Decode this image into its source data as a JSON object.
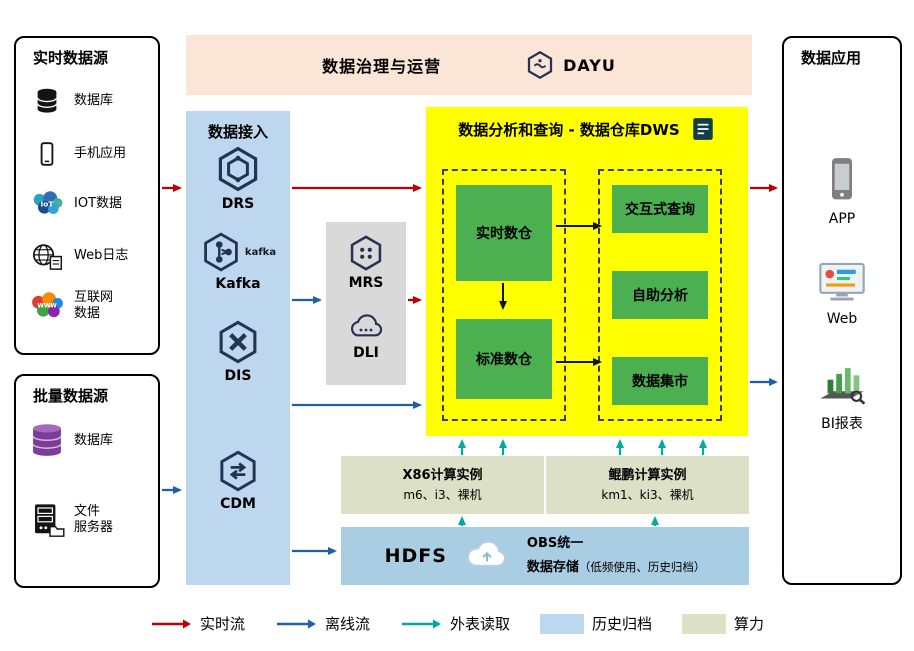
{
  "colors": {
    "realtime_flow": "#c00000",
    "offline_flow": "#1f5fa9",
    "external_read": "#00ab9e",
    "history_archive_swatch": "#bdd7ee",
    "compute_power_swatch": "#dbe0c6",
    "dws_background": "#ffff00",
    "green_node": "#4caf50",
    "access_background": "#bdd7ee",
    "governance_background": "#fbe5d6",
    "middleware_background": "#d9d9d9",
    "storage_background": "#a9cde3"
  },
  "sources_realtime": {
    "title": "实时数据源",
    "items": [
      {
        "label": "数据库",
        "icon": "database-icon"
      },
      {
        "label": "手机应用",
        "icon": "mobile-phone-icon"
      },
      {
        "label": "IOT数据",
        "icon": "iot-icon"
      },
      {
        "label": "Web日志",
        "icon": "web-log-icon"
      },
      {
        "label": "互联网\n数据",
        "icon": "internet-data-icon"
      }
    ]
  },
  "sources_batch": {
    "title": "批量数据源",
    "items": [
      {
        "label": "数据库",
        "icon": "purple-database-icon"
      },
      {
        "label": "文件\n服务器",
        "icon": "file-server-icon"
      }
    ]
  },
  "governance": {
    "title": "数据治理与运营",
    "logo": "DAYU"
  },
  "access": {
    "title": "数据接入",
    "items": [
      {
        "label": "DRS",
        "icon": "drs-hexagon-icon"
      },
      {
        "label": "Kafka",
        "icon": "kafka-hexagon-icon",
        "tag": "kafka"
      },
      {
        "label": "DIS",
        "icon": "dis-hexagon-icon"
      },
      {
        "label": "CDM",
        "icon": "cdm-hexagon-icon"
      }
    ]
  },
  "middleware": {
    "items": [
      {
        "label": "MRS",
        "icon": "mrs-hexagon-icon"
      },
      {
        "label": "DLI",
        "icon": "dli-cloud-icon"
      }
    ]
  },
  "dws": {
    "title": "数据分析和查询 - 数据仓库DWS",
    "left_nodes": [
      "实时数仓",
      "标准数仓"
    ],
    "right_nodes": [
      "交互式查询",
      "自助分析",
      "数据集市"
    ]
  },
  "compute": {
    "x86": {
      "title": "X86计算实例",
      "subtitle": "m6、i3、裸机"
    },
    "kunpeng": {
      "title": "鲲鹏计算实例",
      "subtitle": "km1、ki3、裸机"
    }
  },
  "storage": {
    "hdfs": "HDFS",
    "obs_line1": "OBS统一",
    "obs_line2_bold": "数据存储",
    "obs_line2_note": "（低频使用、历史归档）"
  },
  "apps": {
    "title": "数据应用",
    "items": [
      {
        "label": "APP",
        "icon": "app-phone-icon"
      },
      {
        "label": "Web",
        "icon": "web-monitor-icon"
      },
      {
        "label": "BI报表",
        "icon": "bi-report-icon"
      }
    ]
  },
  "legend": {
    "items": [
      {
        "label": "实时流",
        "type": "arrow",
        "color": "#c00000"
      },
      {
        "label": "离线流",
        "type": "arrow",
        "color": "#1f5fa9"
      },
      {
        "label": "外表读取",
        "type": "arrow",
        "color": "#00ab9e"
      },
      {
        "label": "历史归档",
        "type": "swatch",
        "color": "#bdd7ee"
      },
      {
        "label": "算力",
        "type": "swatch",
        "color": "#dbe0c6"
      }
    ]
  }
}
